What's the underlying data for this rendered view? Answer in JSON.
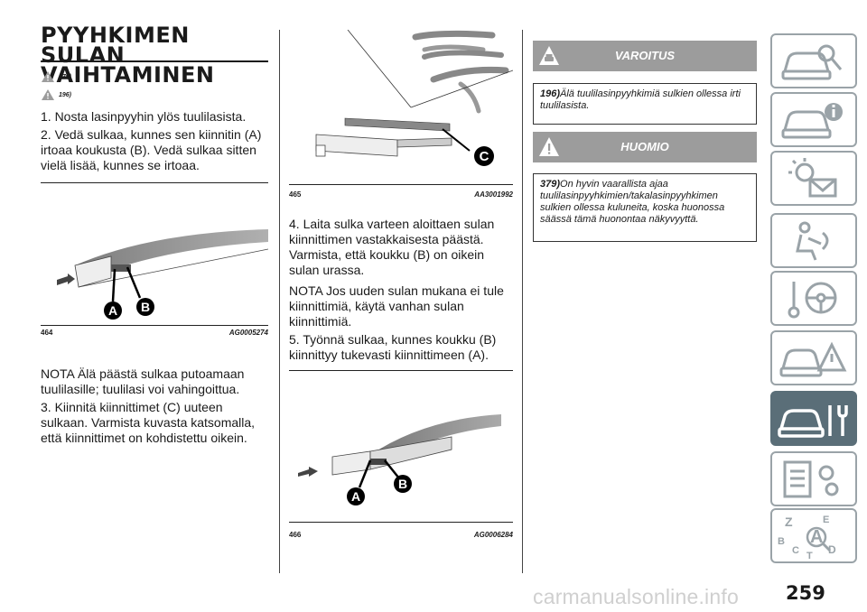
{
  "col1": {
    "title": "PYYHKIMEN SULAN VAIHTAMINEN",
    "warn_ref_1": "379)",
    "warn_ref_2": "196)",
    "step1": "1. Nosta lasinpyyhin ylös tuulilasista.",
    "step2": "2. Vedä sulkaa, kunnes sen kiinnitin (A) irtoaa koukusta (B). Vedä sulkaa sitten vielä lisää, kunnes se irtoaa.",
    "fig": {
      "number": "464",
      "code": "AG0005274",
      "label_a": "A",
      "label_b": "B"
    },
    "note": "NOTA  Älä päästä sulkaa putoamaan tuulilasille; tuulilasi voi vahingoittua.",
    "step3": "3. Kiinnitä kiinnittimet (C) uuteen sulkaan. Varmista kuvasta katsomalla, että kiinnittimet on kohdistettu oikein."
  },
  "col2": {
    "fig1": {
      "number": "465",
      "code": "AA3001992",
      "label_c": "C"
    },
    "step4": "4. Laita sulka varteen aloittaen sulan kiinnittimen vastakkaisesta päästä. Varmista, että koukku (B) on oikein sulan urassa.",
    "note": "NOTA  Jos uuden sulan mukana ei tule kiinnittimiä, käytä vanhan sulan kiinnittimiä.",
    "step5": "5. Työnnä sulkaa, kunnes koukku (B) kiinnittyy tukevasti kiinnittimeen (A).",
    "fig2": {
      "number": "466",
      "code": "AG0006284",
      "label_a": "A",
      "label_b": "B"
    }
  },
  "col3": {
    "warning": {
      "title": "VAROITUS",
      "ref": "196)",
      "text": "Älä tuulilasinpyyhkimiä sulkien ollessa irti tuulilasista."
    },
    "caution": {
      "title": "HUOMIO",
      "ref": "379)",
      "text": "On hyvin vaarallista ajaa tuulilasinpyyhkimien/takalasinpyyhkimen sulkien ollessa kuluneita, koska huonossa säässä tämä huonontaa näkyvyyttä."
    }
  },
  "sidebar": {
    "tabs": [
      {
        "icon": "car-search-icon",
        "active": false
      },
      {
        "icon": "car-info-icon",
        "active": false
      },
      {
        "icon": "lights-message-icon",
        "active": false
      },
      {
        "icon": "airbag-seat-icon",
        "active": false
      },
      {
        "icon": "steering-key-icon",
        "active": false
      },
      {
        "icon": "warning-road-icon",
        "active": false
      },
      {
        "icon": "car-tools-icon",
        "active": true
      },
      {
        "icon": "specs-gear-icon",
        "active": false
      },
      {
        "icon": "alphabet-index-icon",
        "active": false
      }
    ],
    "icon_letters": [
      "Z",
      "E",
      "A",
      "B",
      "C",
      "T",
      "D"
    ]
  },
  "page_number": "259",
  "watermark": "carmanualsonline.info",
  "colors": {
    "banner": "#9c9c9c",
    "active_tab": "#5a6e78",
    "tab_border": "#9aa3a8"
  }
}
